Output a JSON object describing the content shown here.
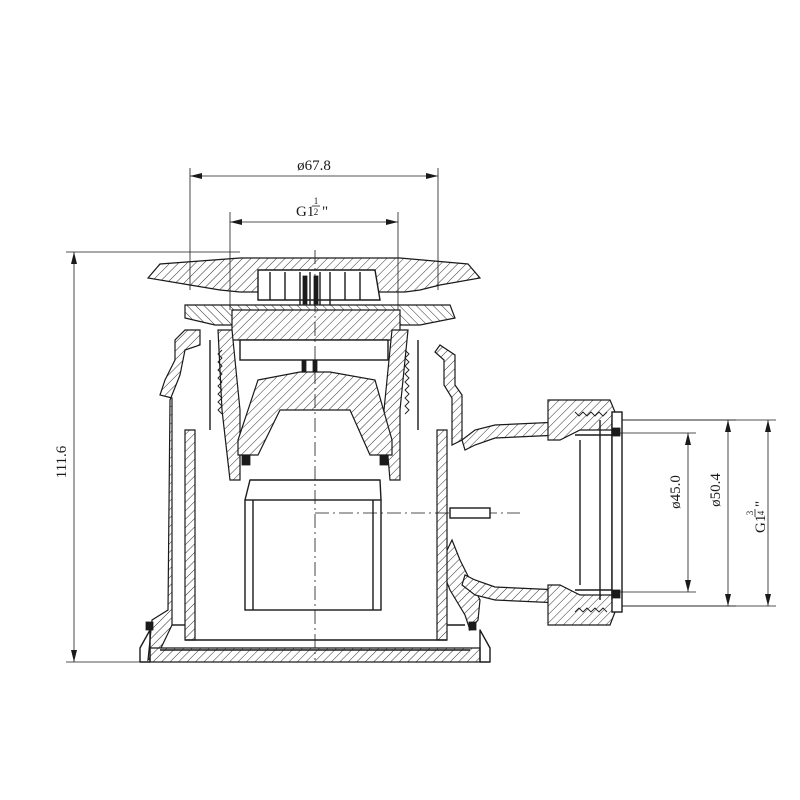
{
  "drawing": {
    "dimensions": {
      "flange_diameter": "ø67.8",
      "top_thread": {
        "prefix": "G1",
        "num": "1",
        "den": "2",
        "suffix": "\""
      },
      "overall_height": "111.6",
      "outlet_bore": "ø45.0",
      "outlet_diameter": "ø50.4",
      "outlet_thread": {
        "prefix": "G1",
        "num": "3",
        "den": "4",
        "suffix": "\""
      }
    }
  }
}
